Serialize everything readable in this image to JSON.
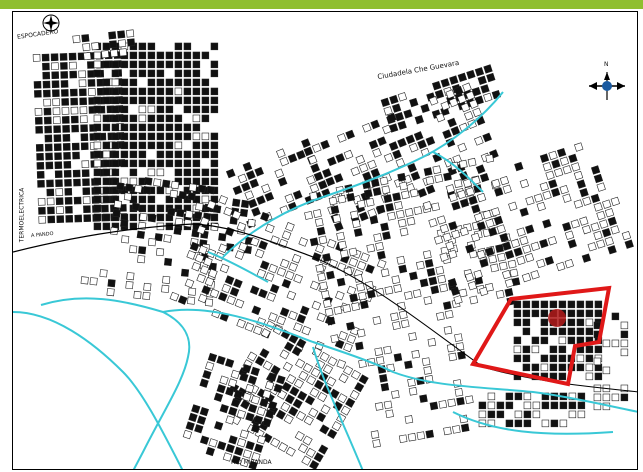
{
  "map": {
    "labels": {
      "top_left": "ESPOCADERO",
      "north": "Ciudadela Che Guevara",
      "west_vertical": "TERMOELECTRICA",
      "west_road": "A PANDO",
      "bottom": "RIO MIRANDA",
      "compass_letter": "N"
    },
    "colors": {
      "accent_bar": "#8fbf2f",
      "river": "#39c8d6",
      "highlight": "#e01818",
      "blocks": "#111111"
    },
    "icons": [
      "compass-rose-icon",
      "north-arrow-icon",
      "location-marker-icon"
    ]
  }
}
